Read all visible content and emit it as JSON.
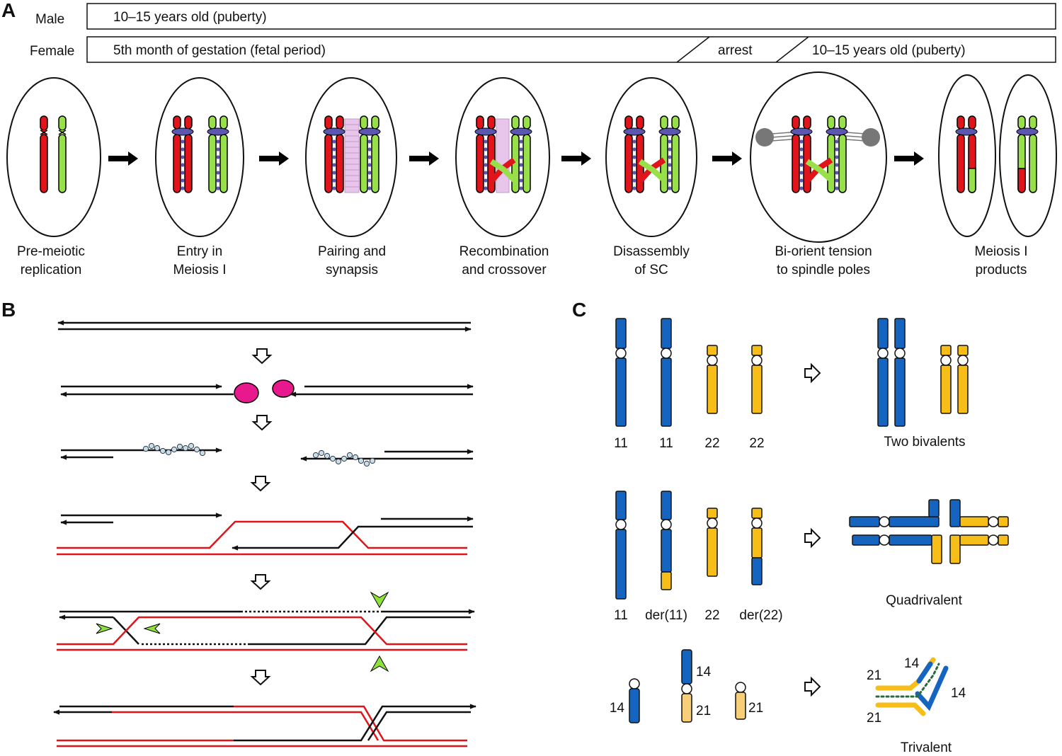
{
  "panel_a": {
    "letter": "A",
    "timeline": {
      "male_label": "Male",
      "female_label": "Female",
      "male_text": "10–15 years old (puberty)",
      "female_start": "5th month of gestation (fetal period)",
      "female_arrest": "arrest",
      "female_end": "10–15 years old (puberty)"
    },
    "stages": [
      {
        "line1": "Pre-meiotic",
        "line2": "replication"
      },
      {
        "line1": "Entry in",
        "line2": "Meiosis I"
      },
      {
        "line1": "Pairing and",
        "line2": "synapsis"
      },
      {
        "line1": "Recombination",
        "line2": "and crossover"
      },
      {
        "line1": "Disassembly",
        "line2": "of SC"
      },
      {
        "line1": "Bi-orient tension",
        "line2": "to spindle poles"
      },
      {
        "line1": "Meiosis I",
        "line2": "products"
      }
    ]
  },
  "panel_b": {
    "letter": "B"
  },
  "panel_c": {
    "letter": "C",
    "row1": {
      "chromosomes": [
        "11",
        "11",
        "22",
        "22"
      ],
      "result": "Two bivalents"
    },
    "row2": {
      "chromosomes": [
        "11",
        "der(11)",
        "22",
        "der(22)"
      ],
      "result": "Quadrivalent"
    },
    "row3": {
      "chromosomes": [
        "14",
        "14",
        "21",
        "21"
      ],
      "trivalent_labels": [
        "14",
        "21",
        "14",
        "21"
      ],
      "result": "Trivalent"
    }
  },
  "colors": {
    "red": "#e0141a",
    "green": "#98e04a",
    "blue": "#1565c0",
    "yellow": "#f7be1a",
    "light_yellow": "#f8cf78",
    "purple": "#5b56b0",
    "pink_sc": "#e8c6ec",
    "magenta": "#e8198c",
    "arrowhead_green": "#8ee03a",
    "bead": "#c7e0e0"
  }
}
